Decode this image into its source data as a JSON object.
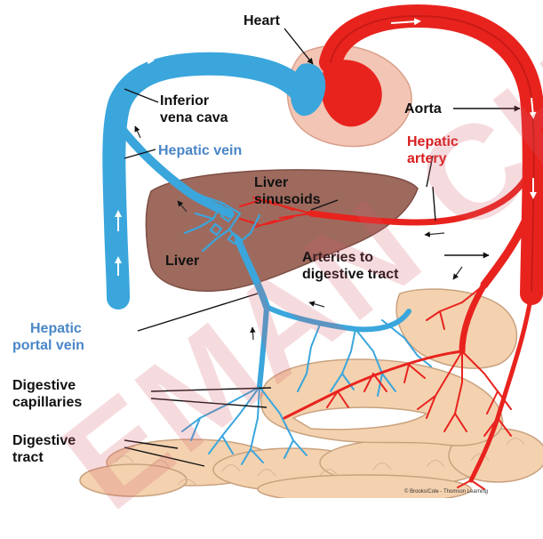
{
  "labels": {
    "heart": "Heart",
    "inferior_vena_cava": [
      "Inferior",
      "vena cava"
    ],
    "aorta": "Aorta",
    "hepatic_vein": "Hepatic vein",
    "hepatic_artery": [
      "Hepatic",
      "artery"
    ],
    "liver_sinusoids": [
      "Liver",
      "sinusoids"
    ],
    "liver": "Liver",
    "arteries_to_digestive_tract": [
      "Arteries to",
      "digestive tract"
    ],
    "hepatic_portal_vein": [
      "Hepatic",
      "portal vein"
    ],
    "digestive_capillaries": [
      "Digestive",
      "capillaries"
    ],
    "digestive_tract": [
      "Digestive",
      "tract"
    ]
  },
  "watermark": "EMAN CH",
  "credit": "© Brooks/Cole - Thomson Learning",
  "colors": {
    "vein_blue": "#3aa6dc",
    "artery_red": "#e8231e",
    "liver": "#9e6a5e",
    "intestine": "#f4d2b0",
    "heart_pink": "#f3c5b4",
    "watermark": "#d65c68"
  }
}
